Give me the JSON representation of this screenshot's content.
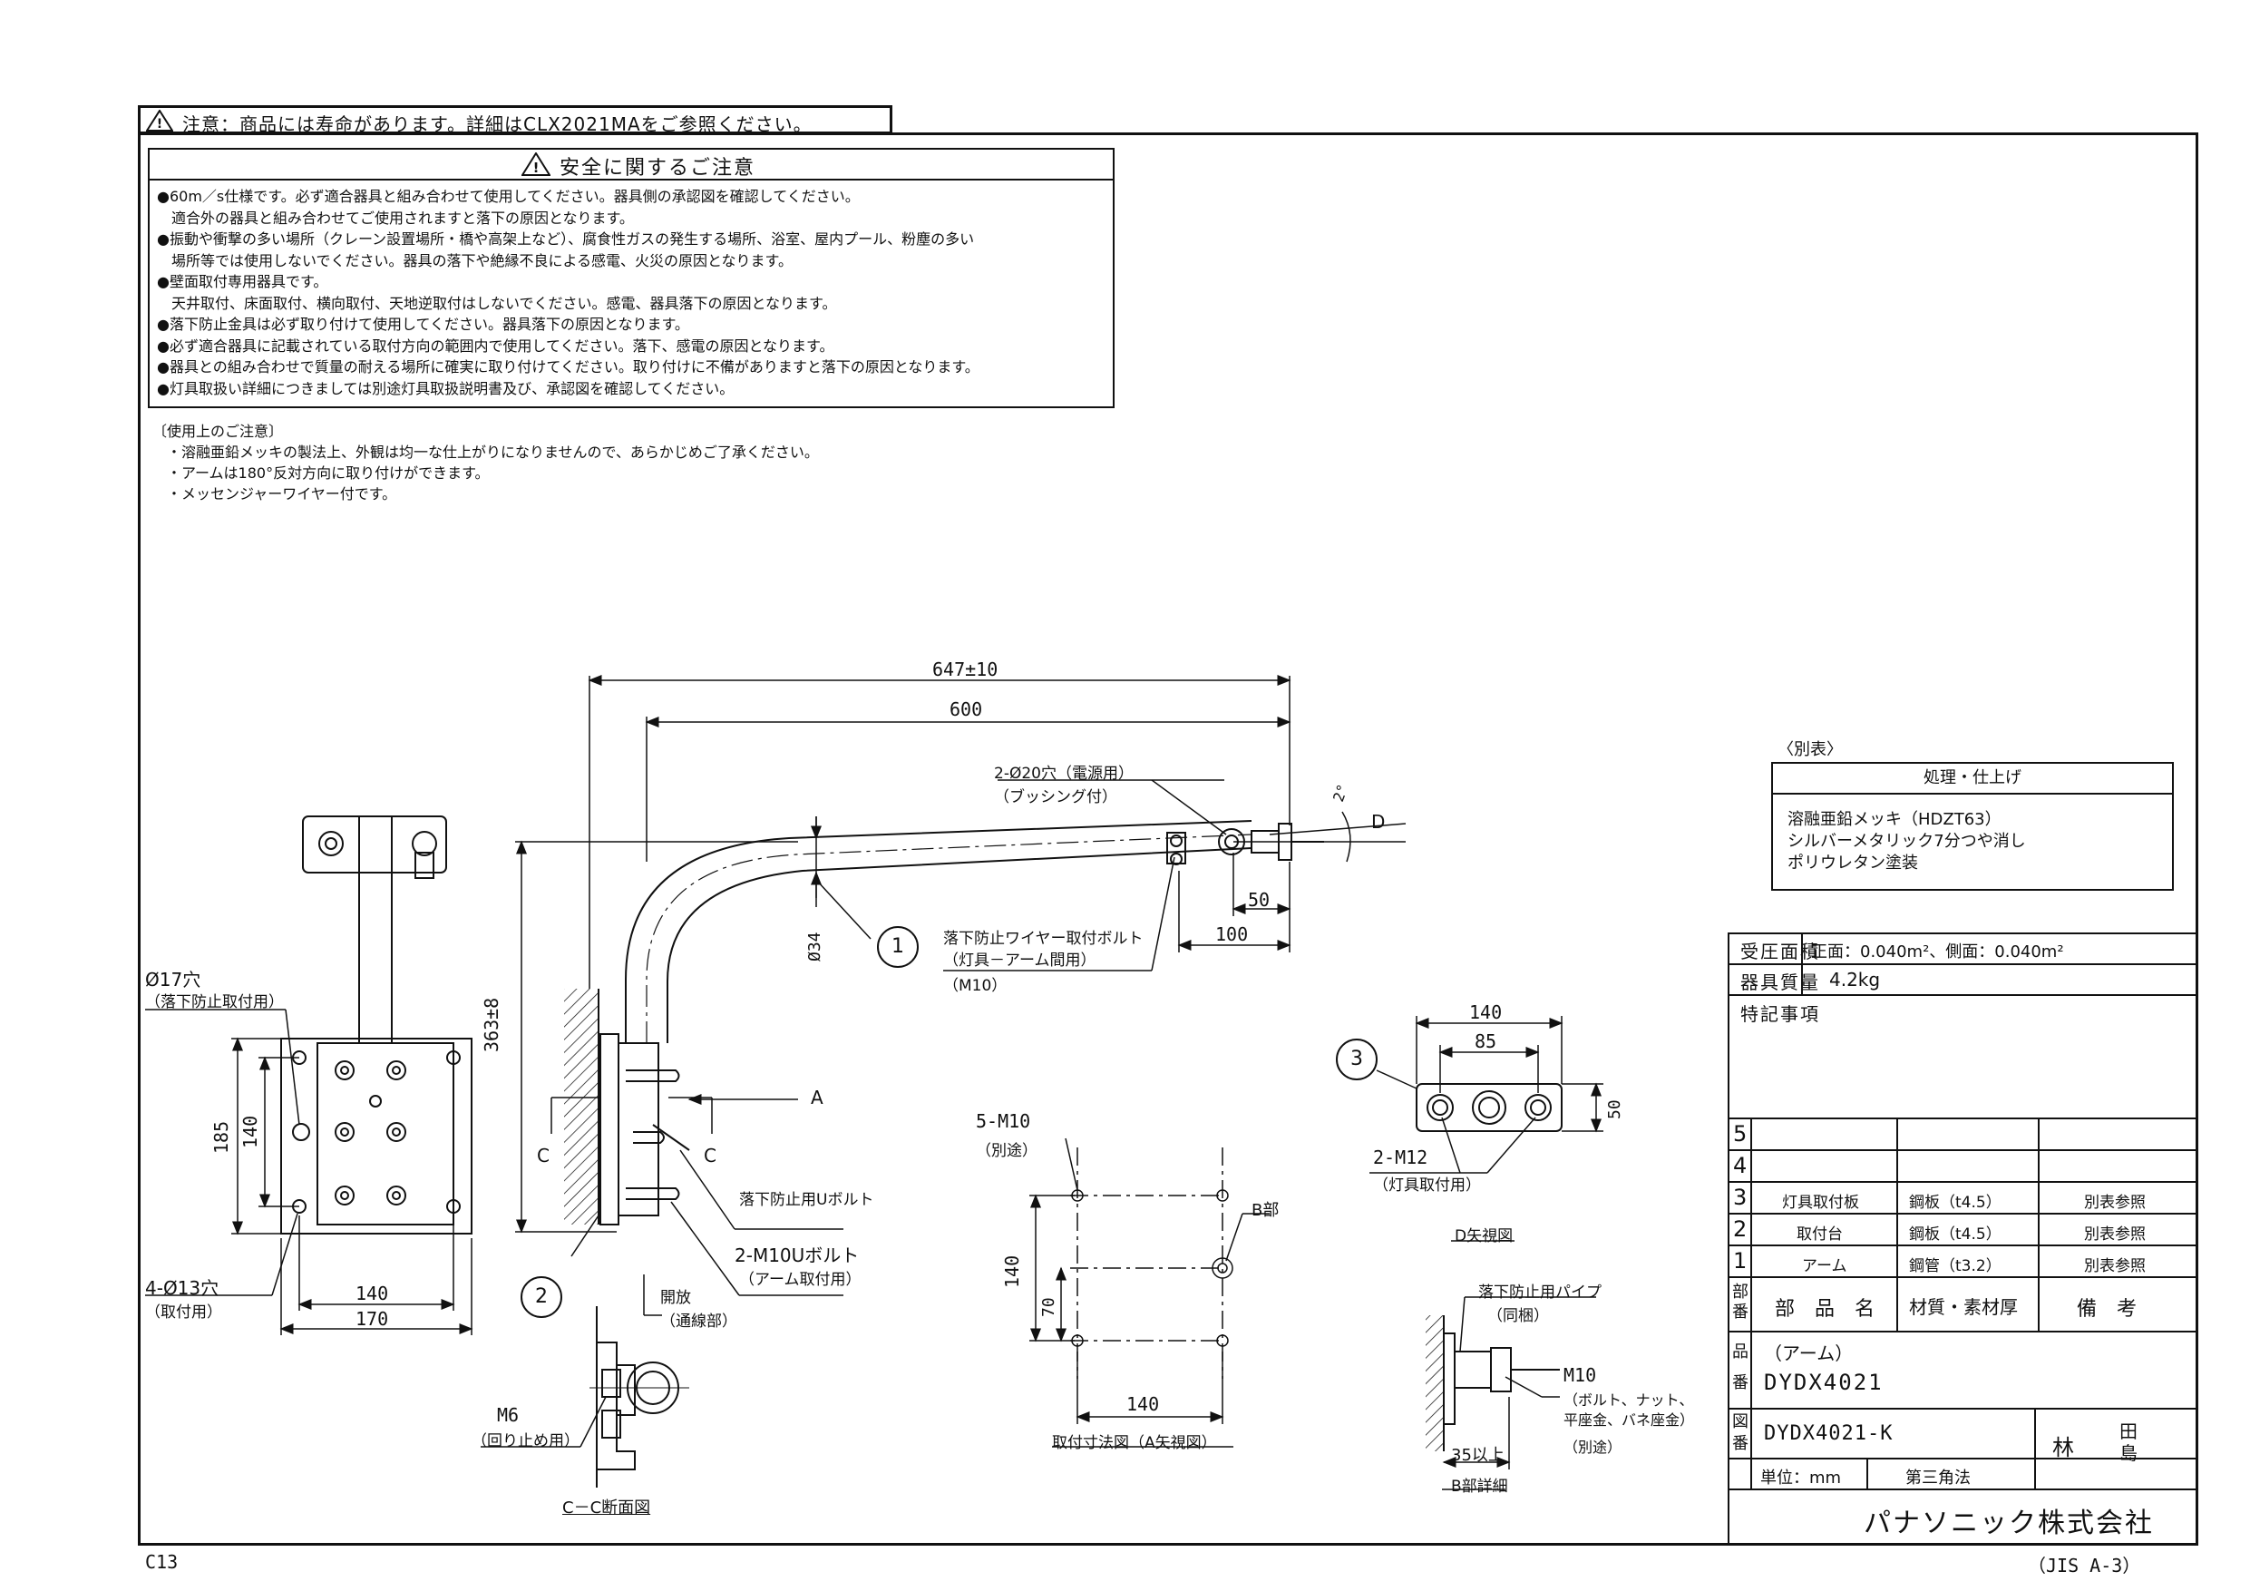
{
  "top_notice": "注意：商品には寿命があります。詳細はCLX2021MAをご参照ください。",
  "safety": {
    "title": "安全に関するご注意",
    "lines": [
      "●60m／s仕様です。必ず適合器具と組み合わせて使用してください。器具側の承認図を確認してください。",
      "　適合外の器具と組み合わせてご使用されますと落下の原因となります。",
      "●振動や衝撃の多い場所（クレーン設置場所・橋や高架上など）、腐食性ガスの発生する場所、浴室、屋内プール、粉塵の多い",
      "　場所等では使用しないでください。器具の落下や絶縁不良による感電、火災の原因となります。",
      "●壁面取付専用器具です。",
      "　天井取付、床面取付、横向取付、天地逆取付はしないでください。感電、器具落下の原因となります。",
      "●落下防止金具は必ず取り付けて使用してください。器具落下の原因となります。",
      "●必ず適合器具に記載されている取付方向の範囲内で使用してください。落下、感電の原因となります。",
      "●器具との組み合わせで質量の耐える場所に確実に取り付けてください。取り付けに不備がありますと落下の原因となります。",
      "●灯具取扱い詳細につきましては別途灯具取扱説明書及び、承認図を確認してください。"
    ]
  },
  "usage": {
    "title": "〔使用上のご注意〕",
    "lines": [
      "・溶融亜鉛メッキの製法上、外観は均一な仕上がりになりませんので、あらかじめご了承ください。",
      "・アームは180°反対方向に取り付けができます。",
      "・メッセンジャーワイヤー付です。"
    ]
  },
  "beppyo": {
    "title": "〈別表〉",
    "header": "処理・仕上げ",
    "lines": [
      "溶融亜鉛メッキ（HDZT63）",
      "シルバーメタリック7分つや消し",
      "ポリウレタン塗装"
    ]
  },
  "spec": {
    "area_label": "受圧面積",
    "area_value": "正面：0.040m²、側面：0.040m²",
    "mass_label": "器具質量",
    "mass_value": "4.2kg",
    "notes_label": "特記事項"
  },
  "parts": {
    "rows": [
      {
        "no": "5",
        "name": "",
        "material": "",
        "remarks": ""
      },
      {
        "no": "4",
        "name": "",
        "material": "",
        "remarks": ""
      },
      {
        "no": "3",
        "name": "灯具取付板",
        "material": "鋼板（t4.5）",
        "remarks": "別表参照"
      },
      {
        "no": "2",
        "name": "取付台",
        "material": "鋼板（t4.5）",
        "remarks": "別表参照"
      },
      {
        "no": "1",
        "name": "アーム",
        "material": "鋼管（t3.2）",
        "remarks": "別表参照"
      }
    ],
    "header": {
      "no": "部番",
      "name": "部　品　名",
      "material": "材質・素材厚",
      "remarks": "備　考"
    }
  },
  "title_block": {
    "product_label": "品番",
    "product_sub": "（アーム）",
    "product_no": "DYDX4021",
    "drawing_label": "図番",
    "drawing_no": "DYDX4021-K",
    "sign_1": "林",
    "sign_2": "田",
    "sign_3": "島",
    "unit": "単位：mm",
    "projection": "第三角法",
    "company": "パナソニック株式会社"
  },
  "footer": {
    "left": "C13",
    "right": "（JIS A-3）"
  },
  "drawing": {
    "dims": {
      "d647": "647±10",
      "d600": "600",
      "d50": "50",
      "d100": "100",
      "d363": "363±8",
      "d34": "Ø34",
      "d2deg": "2°",
      "d185": "185",
      "d140v": "140",
      "d140h": "140",
      "d170": "170",
      "d140c": "140",
      "d85": "85",
      "d50c": "50",
      "d140m": "140",
      "d70": "70",
      "d140mb": "140",
      "d35": "35以上"
    },
    "labels": {
      "hole20": "2-Ø20穴（電源用）",
      "bushing": "（ブッシング付）",
      "wire_bolt": "落下防止ワイヤー取付ボルト",
      "wire_bolt2": "（灯具－アーム間用）",
      "m10": "（M10）",
      "hole17": "Ø17穴",
      "hole17b": "（落下防止取付用）",
      "hole13": "4-Ø13穴",
      "hole13b": "（取付用）",
      "ubolt": "落下防止用Uボルト",
      "m10ubolt": "2-M10Uボルト",
      "m10ubolt2": "（アーム取付用）",
      "open": "開放",
      "open2": "（通線部）",
      "m6": "M6",
      "m6b": "（回り止め用）",
      "cc": "C－C断面図",
      "five_m10": "5-M10",
      "betto": "（別途）",
      "bbu": "B部",
      "mount_view": "取付寸法図（A矢視図）",
      "two_m12": "2-M12",
      "two_m12b": "（灯具取付用）",
      "d_view": "D矢視図",
      "pipe": "落下防止用パイプ",
      "pipe2": "（同梱）",
      "m10b": "M10",
      "m10b2": "（ボルト、ナット、",
      "m10b3": "平座金、バネ座金）",
      "m10b4": "（別途）",
      "b_detail": "B部詳細",
      "A": "A",
      "C": "C",
      "D": "D",
      "n1": "1",
      "n2": "2",
      "n3": "3"
    }
  }
}
